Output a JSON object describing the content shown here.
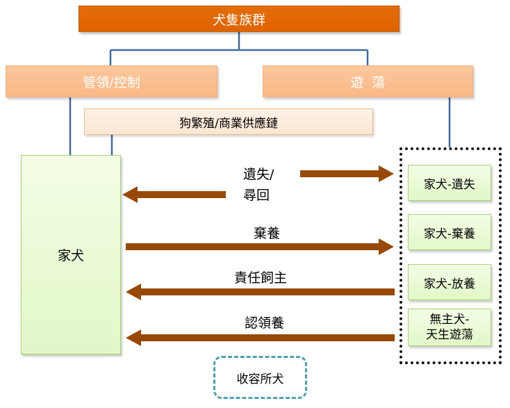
{
  "top": "犬隻族群",
  "branches": {
    "control": "管領/控制",
    "roam": "遊  蕩"
  },
  "supply_chain": "狗繁殖/商業供應鏈",
  "owned_dog": "家犬",
  "roaming_groups": [
    {
      "line1": "家犬-遺失"
    },
    {
      "line1": "家犬-棄養"
    },
    {
      "line1": "家犬-放養"
    },
    {
      "line1": "無主犬-",
      "line2": "天生遊蕩"
    }
  ],
  "arrows": {
    "lost_line1": "遺失/",
    "lost_line2": "尋回",
    "abandon": "棄養",
    "responsible": "責任飼主",
    "adopt": "認領養"
  },
  "shelter": "收容所犬",
  "colors": {
    "top": "#e46c0a",
    "branch": "#fbc89c",
    "arrow": "#984807",
    "connector": "#3e6aa0",
    "green": "#e2f7c8"
  }
}
